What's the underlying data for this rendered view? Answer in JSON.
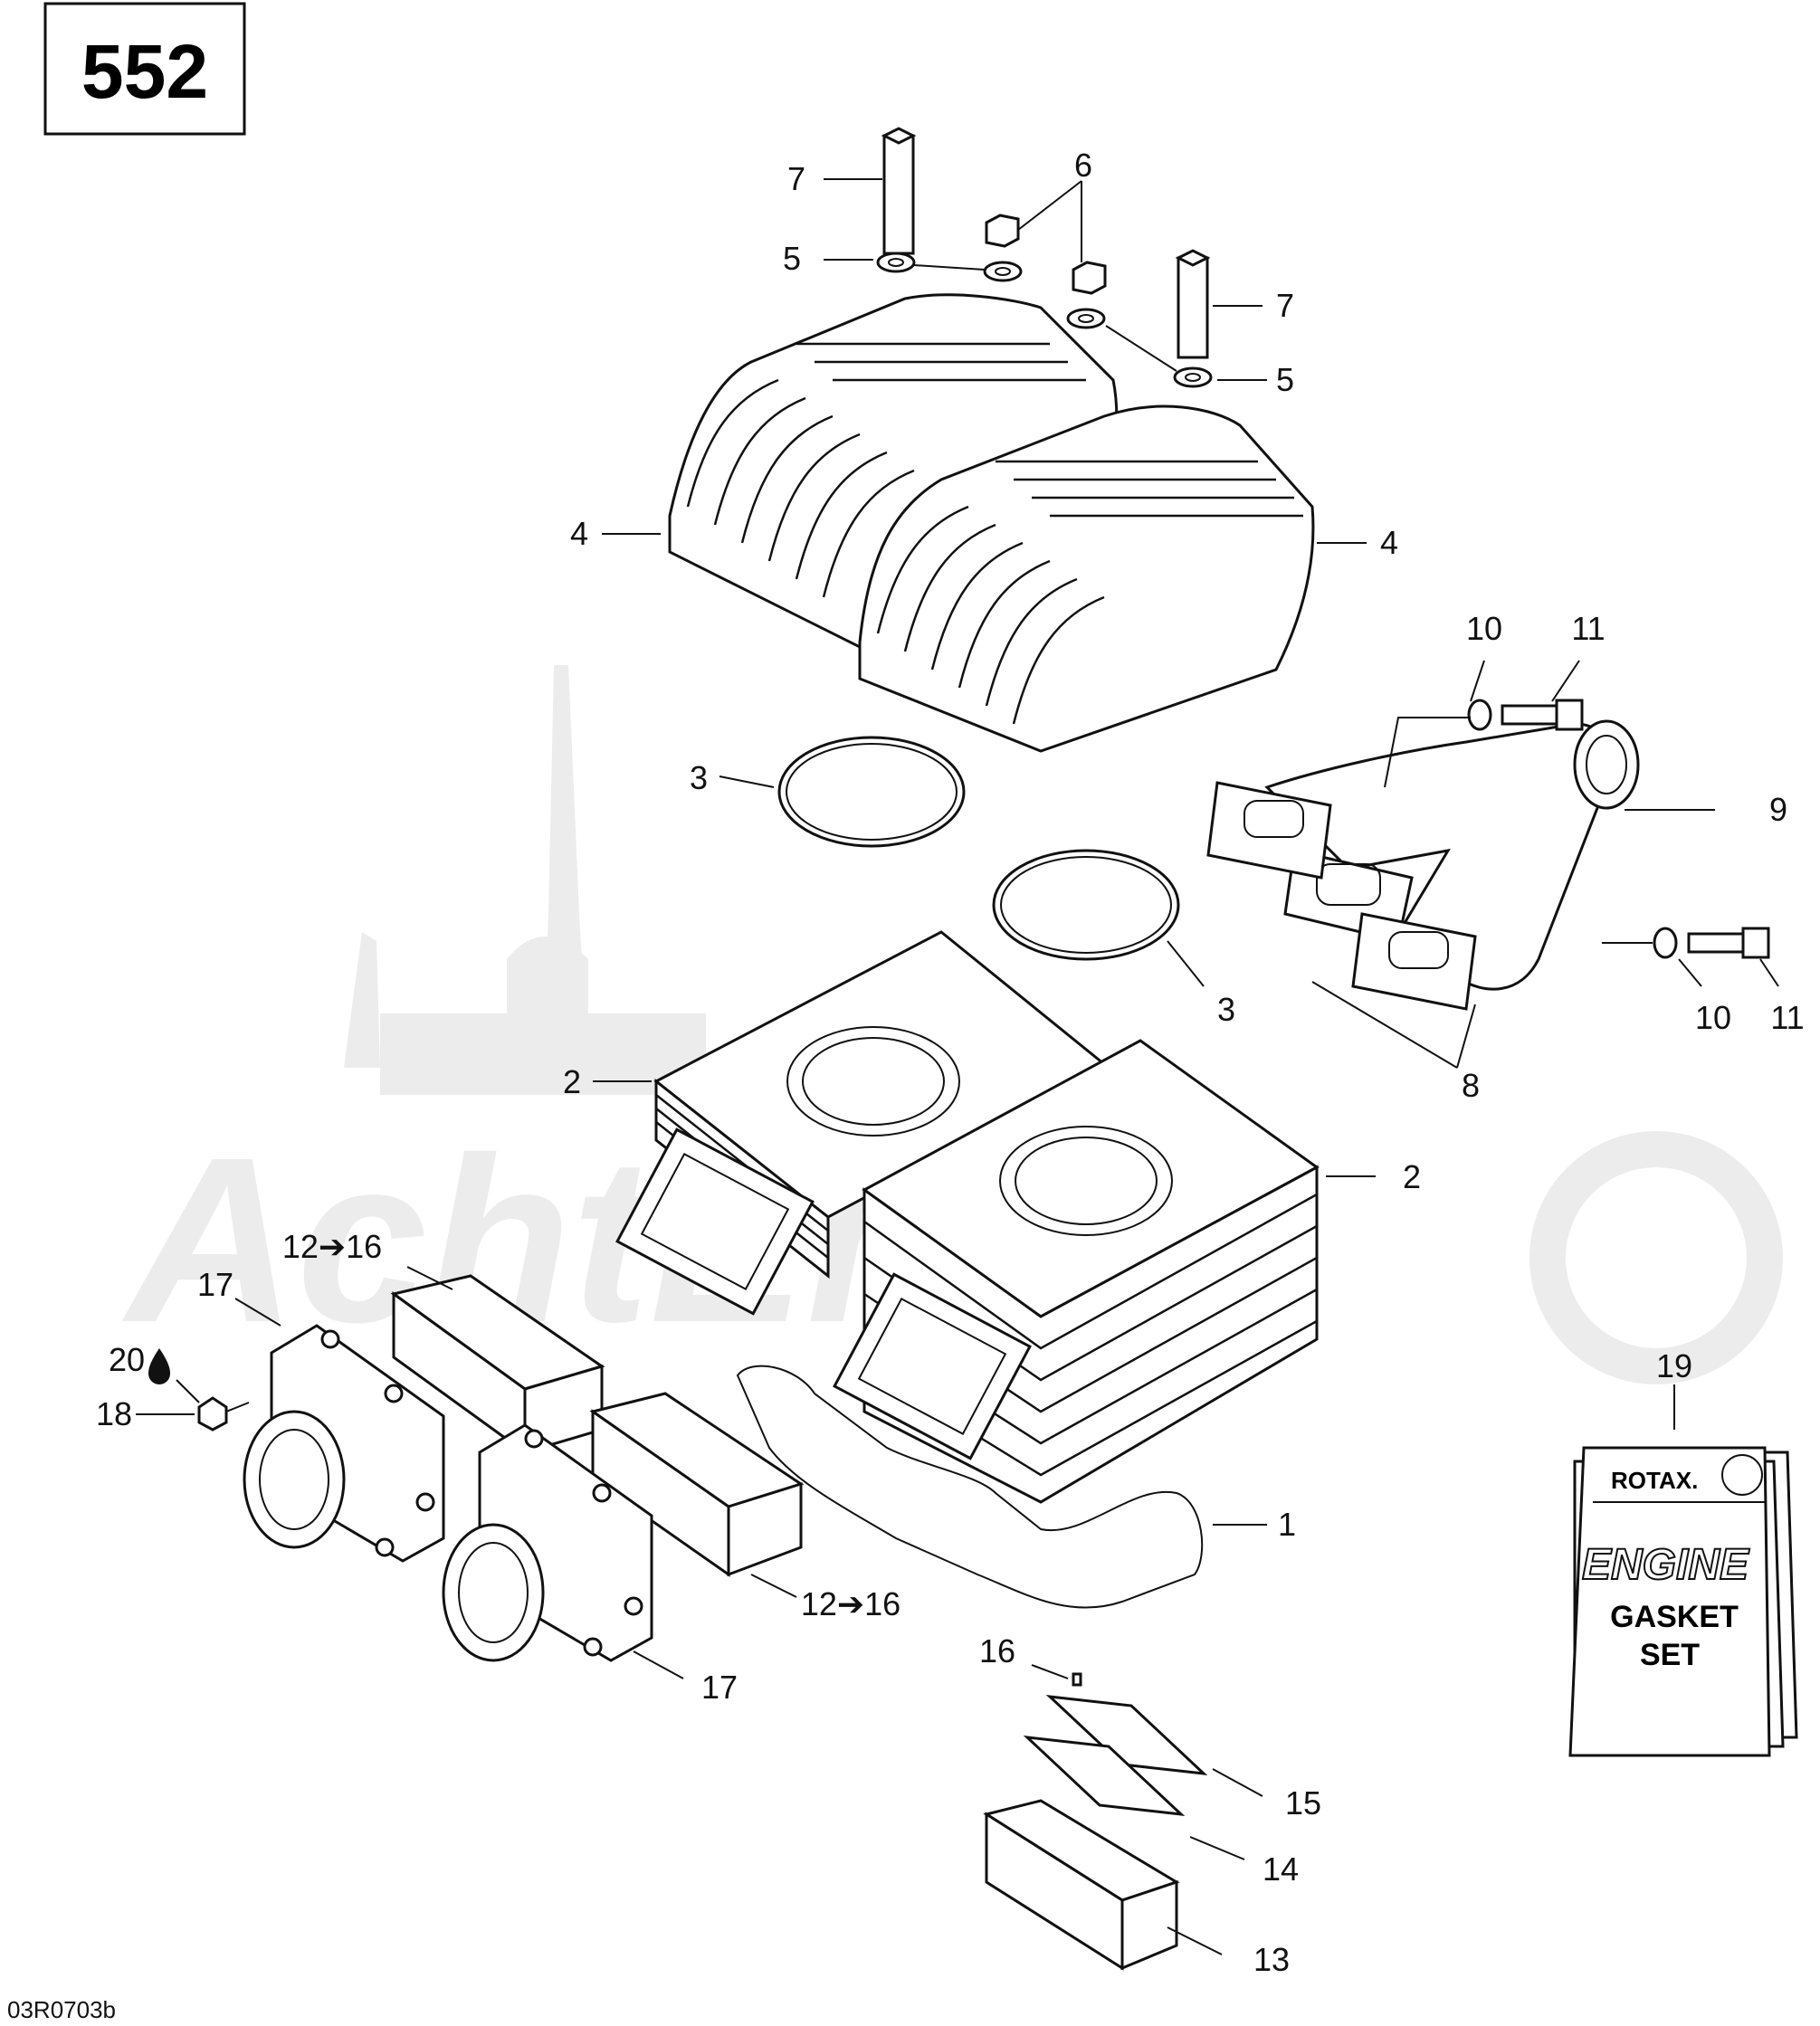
{
  "page_number": "552",
  "drawing_code": "03R0703b",
  "watermark_text": "AchtEm",
  "callouts": {
    "c1": "1",
    "c2a": "2",
    "c2b": "2",
    "c3a": "3",
    "c3b": "3",
    "c4a": "4",
    "c4b": "4",
    "c5a": "5",
    "c5b": "5",
    "c6": "6",
    "c7a": "7",
    "c7b": "7",
    "c8": "8",
    "c9": "9",
    "c10a": "10",
    "c10b": "10",
    "c11a": "11",
    "c11b": "11",
    "c12a": "12➔16",
    "c12b": "12➔16",
    "c13": "13",
    "c14": "14",
    "c15": "15",
    "c16": "16",
    "c17a": "17",
    "c17b": "17",
    "c18": "18",
    "c19": "19",
    "c20": "20"
  },
  "gasket_box": {
    "brand": "ROTAX.",
    "line1": "ENGINE",
    "line2": "GASKET",
    "line3": "SET"
  },
  "icons": {
    "sealant": "drop-icon",
    "arrow": "right-arrow-icon"
  }
}
